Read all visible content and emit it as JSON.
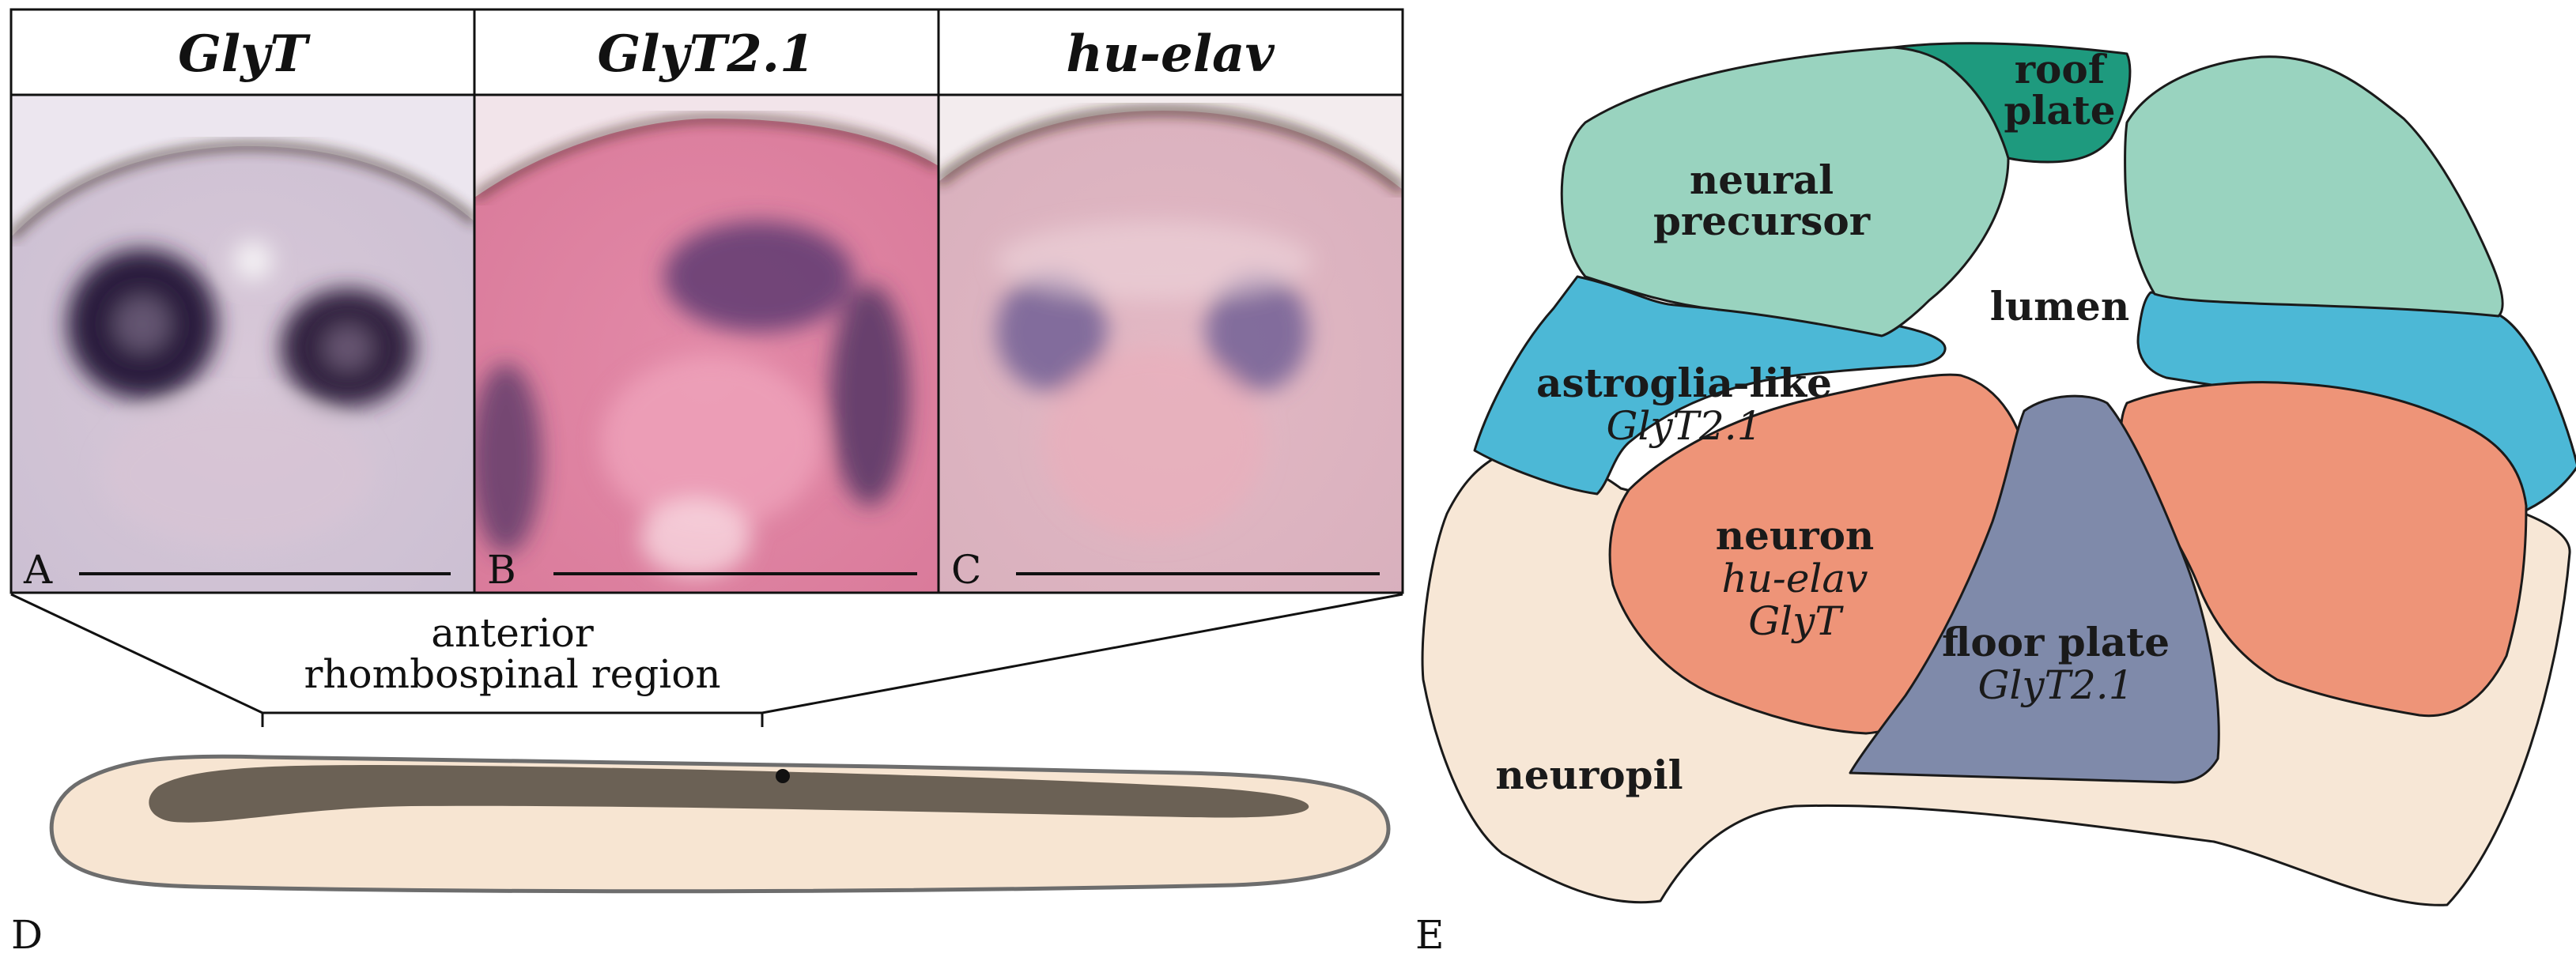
{
  "panels": [
    {
      "header": "GlyT",
      "label": "A"
    },
    {
      "header": "GlyT2.1",
      "label": "B"
    },
    {
      "header": "hu-elav",
      "label": "C"
    }
  ],
  "embryo": {
    "region_label_line1": "anterior",
    "region_label_line2": "rhombospinal region",
    "panel_label": "D"
  },
  "section": {
    "panel_label": "E",
    "roof_plate": [
      "roof",
      "plate"
    ],
    "neural_precursor": [
      "neural",
      "precursor"
    ],
    "lumen": "lumen",
    "astroglia": [
      "astroglia-like",
      "GlyT2.1"
    ],
    "neuron": [
      "neuron",
      "hu-elav",
      "GlyT"
    ],
    "floor_plate": [
      "floor plate",
      "GlyT2.1"
    ],
    "neuropil": "neuropil"
  },
  "colors": {
    "roof_plate": "#1e9a7e",
    "neural_precursor": "#99d3bf",
    "astroglia": "#4cb8d6",
    "neuron": "#ee9478",
    "floor_plate": "#7f8aaa",
    "neuropil": "#f7e7d6",
    "embryo_body": "#f7e5d2",
    "embryo_cord": "#6b6155"
  }
}
